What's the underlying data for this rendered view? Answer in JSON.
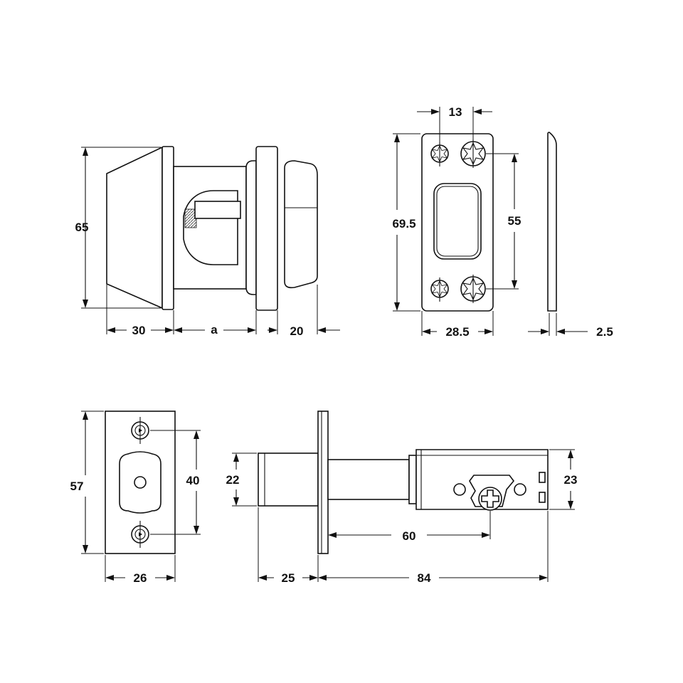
{
  "colors": {
    "line": "#111111",
    "background": "#ffffff",
    "hatch": "#555555"
  },
  "views": {
    "knob_side": {
      "height": "65",
      "rose_depth": "30",
      "spacing": "a",
      "knob_depth": "20"
    },
    "strike_plate": {
      "screw_pitch_x": "13",
      "height": "69.5",
      "hole_spacing": "55",
      "width": "28.5",
      "thickness": "2.5"
    },
    "faceplate": {
      "height": "57",
      "hole_spacing": "40",
      "width": "26"
    },
    "latch_body": {
      "bolt_height": "22",
      "case_height": "23",
      "backset": "60",
      "bolt_projection": "25",
      "overall_length": "84"
    }
  }
}
